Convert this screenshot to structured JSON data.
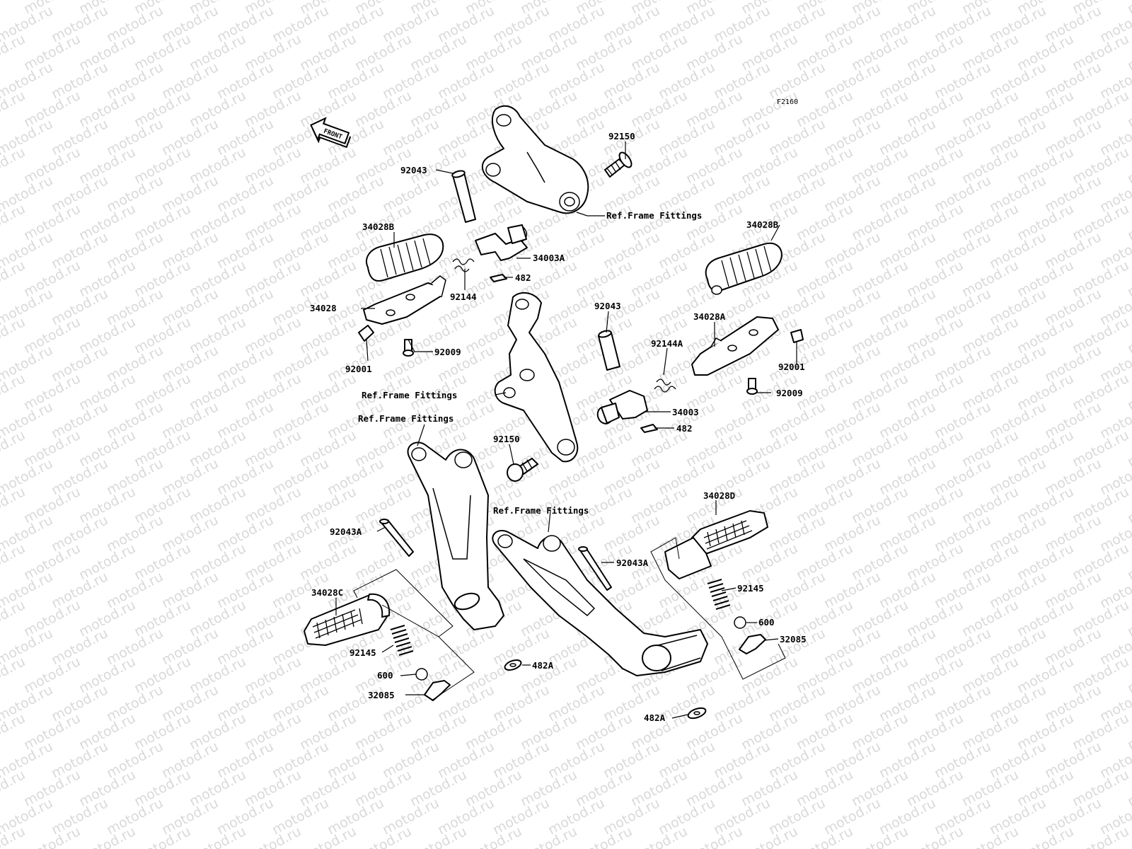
{
  "watermark": "motod.ru",
  "diagram_code": "F2160",
  "front_arrow_label": "FRONT",
  "labels": {
    "p92150_top": "92150",
    "p92043_top": "92043",
    "ref_top": "Ref.Frame Fittings",
    "p34028B_left": "34028B",
    "p34003A": "34003A",
    "p482_top": "482",
    "p92144": "92144",
    "p34028": "34028",
    "p92009_left": "92009",
    "p92001_left": "92001",
    "p34028B_right": "34028B",
    "p92043_mid": "92043",
    "p92144A": "92144A",
    "p34028A": "34028A",
    "p92001_right": "92001",
    "p92009_right": "92009",
    "ref_mid1": "Ref.Frame Fittings",
    "p34003": "34003",
    "p482_mid": "482",
    "ref_mid2": "Ref.Frame Fittings",
    "p92150_mid": "92150",
    "ref_low": "Ref.Frame Fittings",
    "p34028D": "34028D",
    "p92043A_left": "92043A",
    "p92043A_right": "92043A",
    "p34028C": "34028C",
    "p92145_right": "92145",
    "p600_right": "600",
    "p32085_right": "32085",
    "p92145_left": "92145",
    "p600_left": "600",
    "p482A_left": "482A",
    "p32085_left": "32085",
    "p482A_bottom": "482A"
  },
  "colors": {
    "line": "#000000",
    "watermark": "#d9d9d9",
    "background": "#ffffff"
  }
}
